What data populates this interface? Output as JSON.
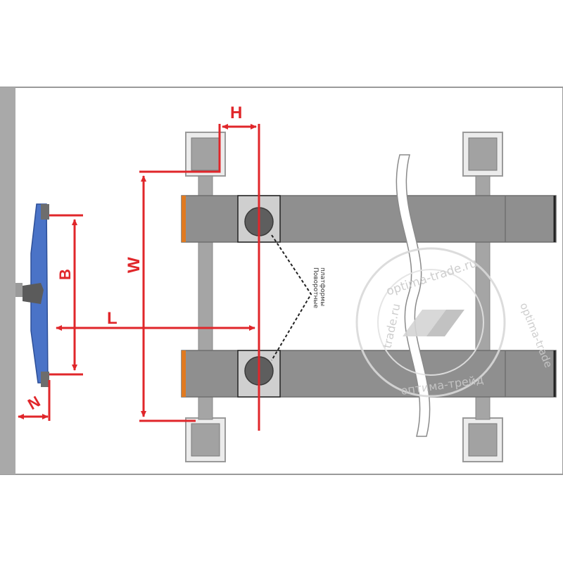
{
  "labels": {
    "H": "H",
    "W": "W",
    "B": "B",
    "L": "L",
    "N": "N"
  },
  "note": {
    "line1": "Поворотные",
    "line2": "платформы"
  },
  "watermark": {
    "top": "optima-trade.ru",
    "left": "trade.ru",
    "bottom": "оптима-трейд",
    "right": "optima-trade"
  },
  "colors": {
    "dimension": "#e0262a",
    "frame": "#a7a7a7",
    "platform": "#8d8d8d",
    "equipment": "#4a73c7"
  },
  "icons": {
    "watermark": "optima-trade-logo",
    "equipment": "aligner-stand-icon",
    "turntable": "turntable-icon"
  }
}
